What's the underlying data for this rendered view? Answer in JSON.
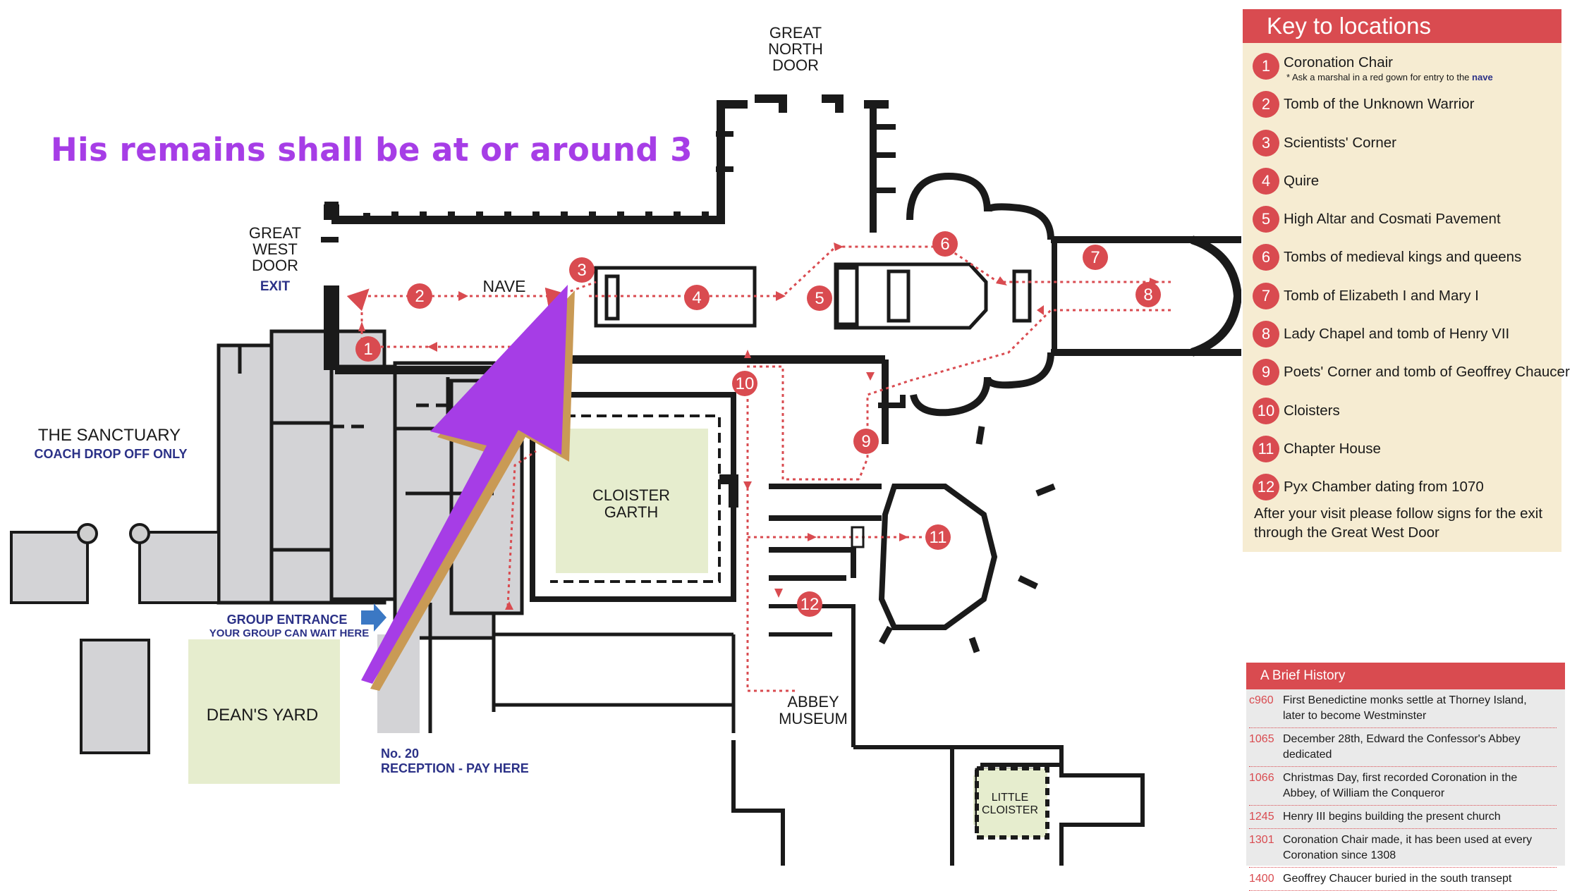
{
  "caption": "His remains shall be at or around 3",
  "map_labels": {
    "north_door": [
      "GREAT",
      "NORTH",
      "DOOR"
    ],
    "west_door": [
      "GREAT",
      "WEST",
      "DOOR"
    ],
    "exit": "EXIT",
    "nave": "NAVE",
    "sanctuary": "THE SANCTUARY",
    "coach": "COACH DROP OFF ONLY",
    "cloister_garth": [
      "CLOISTER",
      "GARTH"
    ],
    "group_entrance": "GROUP ENTRANCE",
    "group_wait": "YOUR GROUP CAN WAIT HERE",
    "deans_yard": "DEAN'S YARD",
    "abbey_museum": [
      "ABBEY",
      "MUSEUM"
    ],
    "reception_no": "No. 20",
    "reception": "RECEPTION - PAY HERE",
    "little_cloister": [
      "LITTLE",
      "CLOISTER"
    ]
  },
  "map_markers": [
    "1",
    "2",
    "3",
    "4",
    "5",
    "6",
    "7",
    "8",
    "9",
    "10",
    "11",
    "12"
  ],
  "key": {
    "title": "Key to locations",
    "items": [
      {
        "num": "1",
        "name": "Coronation Chair",
        "note": "* Ask a marshal in a red gown for entry to the",
        "note_bold": "nave"
      },
      {
        "num": "2",
        "name": "Tomb of the Unknown Warrior"
      },
      {
        "num": "3",
        "name": "Scientists' Corner"
      },
      {
        "num": "4",
        "name": "Quire"
      },
      {
        "num": "5",
        "name": "High Altar and Cosmati Pavement"
      },
      {
        "num": "6",
        "name": "Tombs of medieval kings and queens"
      },
      {
        "num": "7",
        "name": "Tomb of Elizabeth I and Mary I"
      },
      {
        "num": "8",
        "name": "Lady Chapel and tomb of Henry VII"
      },
      {
        "num": "9",
        "name": "Poets' Corner and tomb of Geoffrey Chaucer"
      },
      {
        "num": "10",
        "name": "Cloisters"
      },
      {
        "num": "11",
        "name": "Chapter House"
      },
      {
        "num": "12",
        "name": "Pyx Chamber dating from 1070"
      }
    ],
    "exit_note": "After your visit please follow signs for the exit through the Great West Door"
  },
  "history": {
    "title": "A Brief History",
    "rows": [
      {
        "year": "c960",
        "text": "First Benedictine monks settle at Thorney Island, later to become Westminster"
      },
      {
        "year": "1065",
        "text": "December 28th, Edward the Confessor's Abbey dedicated"
      },
      {
        "year": "1066",
        "text": "Christmas Day, first recorded Coronation in the Abbey, of William the Conqueror"
      },
      {
        "year": "1245",
        "text": "Henry III begins building the present church"
      },
      {
        "year": "1301",
        "text": "Coronation Chair made, it has been used at every Coronation since 1308"
      },
      {
        "year": "1400",
        "text": "Geoffrey Chaucer buried in the south transept"
      }
    ]
  },
  "colors": {
    "accent": "#d94b50",
    "wall": "#1a1a1a",
    "grey_building": "#d3d3d6",
    "green_area": "#e6edce",
    "key_bg": "#f6ecd2",
    "arrow": "#a63de6",
    "arrow_shadow": "#c99a55",
    "label_blue": "#2b3187"
  }
}
